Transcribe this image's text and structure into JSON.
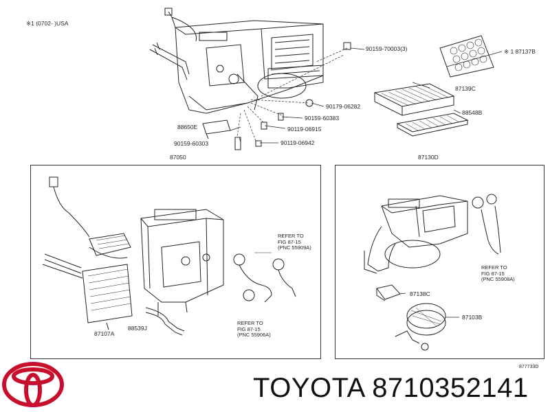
{
  "header": {
    "applicability_note": "※1 (0702-    )USA"
  },
  "parts_top": {
    "p_90159_70003": "90159-70003(3)",
    "p_87137B": "※ 1 87137B",
    "p_87139C": "87139C",
    "p_88548B": "88548B",
    "p_90179_06282": "90179-06282",
    "p_90159_60383": "90159-60383",
    "p_90119_06915": "90119-06915",
    "p_88650E": "88650E",
    "p_90159_60303": "90159-60303",
    "p_90119_06942": "90119-06942"
  },
  "left_box": {
    "title": "87050",
    "p_87107A": "87107A",
    "p_88539J": "88539J",
    "ref_a": [
      "REFER TO",
      "FIG 87-15",
      "(PNC 55909A)"
    ],
    "ref_b": [
      "REFER TO",
      "FIG 87-15",
      "(PNC 55906A)"
    ]
  },
  "right_box": {
    "title": "87130D",
    "p_87138C": "87138C",
    "p_87103B": "87103B",
    "ref_c": [
      "REFER TO",
      "FIG 87-15",
      "(PNC 55908A)"
    ]
  },
  "illustration_code": "877733D",
  "brand": {
    "name": "TOYOTA",
    "part_number": "8710352141",
    "logo_color": "#c8102e"
  }
}
